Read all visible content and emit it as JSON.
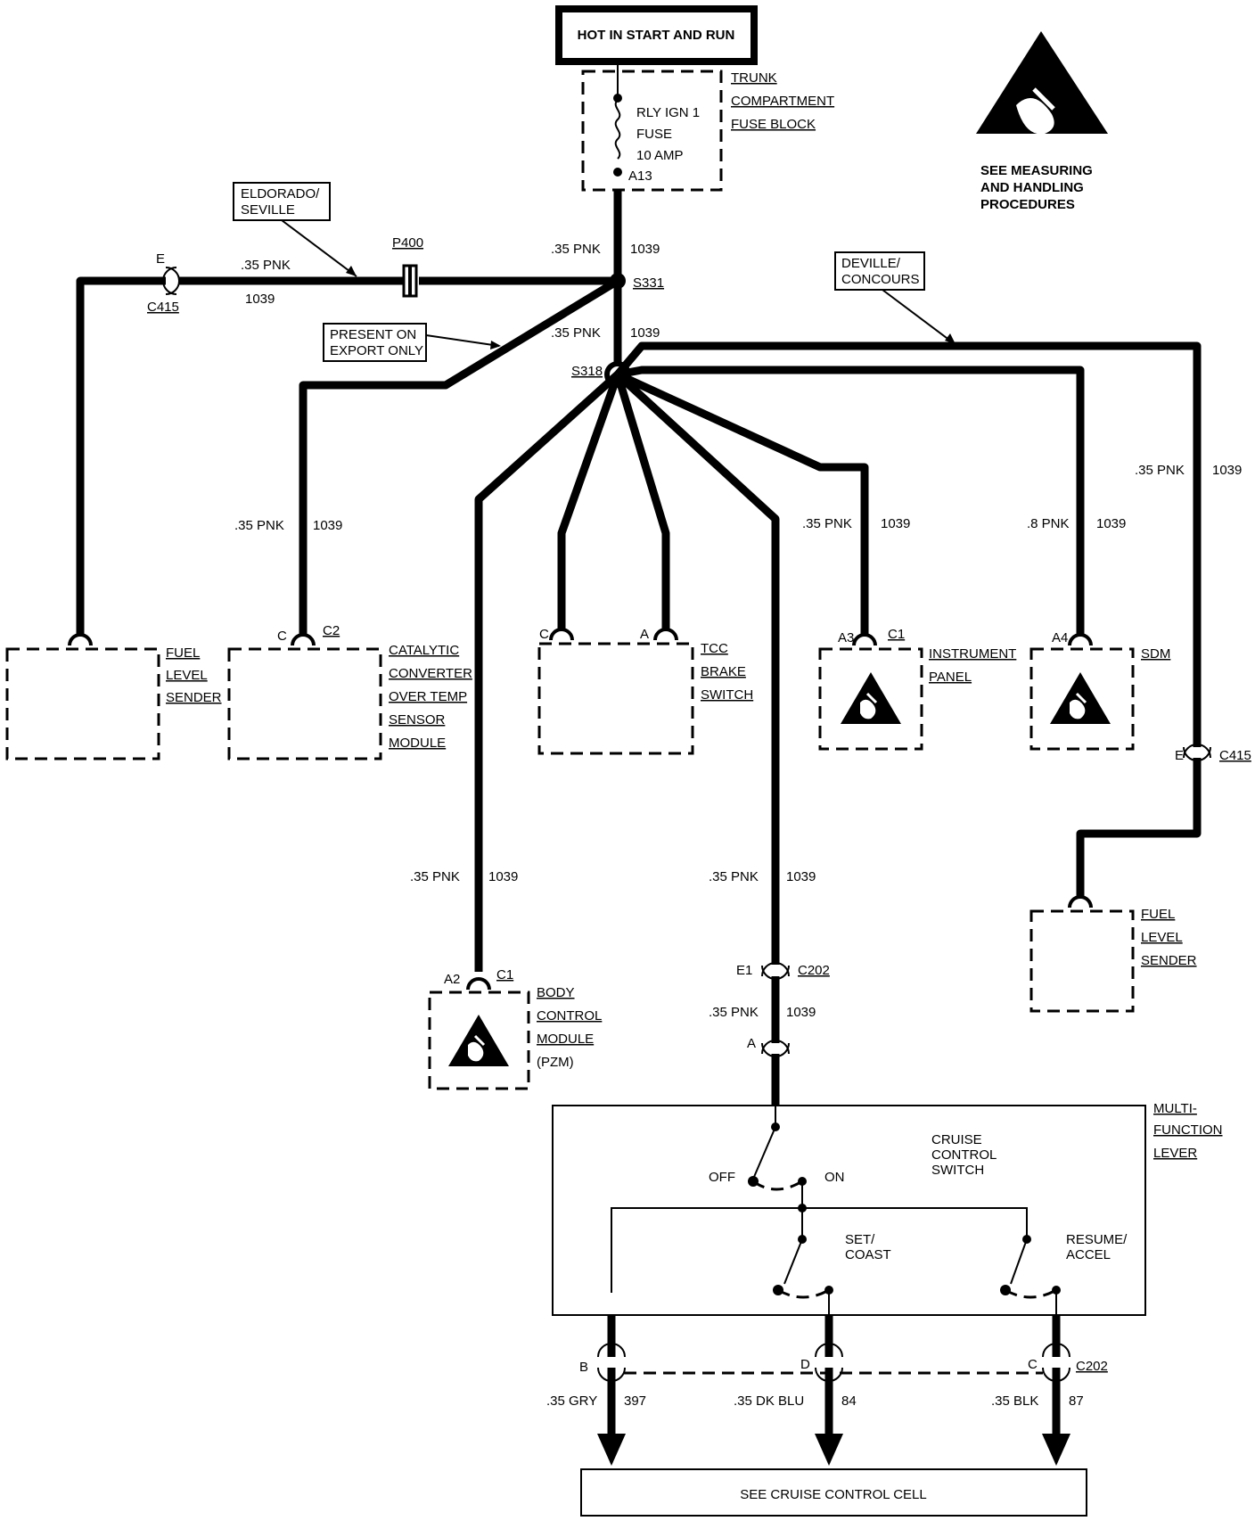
{
  "power": {
    "source": "HOT IN START AND RUN"
  },
  "fuse_block": {
    "name": [
      "TRUNK",
      "COMPARTMENT",
      "FUSE BLOCK"
    ],
    "fuse": [
      "RLY IGN 1",
      "FUSE",
      "10 AMP"
    ],
    "pin": "A13"
  },
  "esd_notice": [
    "SEE MEASURING",
    "AND HANDLING",
    "PROCEDURES"
  ],
  "wire_spec": {
    "size_color": ".35 PNK",
    "circuit": "1039",
    "size_color_8": ".8 PNK"
  },
  "splices": {
    "s331": "S331",
    "s318": "S318"
  },
  "callouts": {
    "eldorado": [
      "ELDORADO/",
      "SEVILLE"
    ],
    "export": [
      "PRESENT ON",
      "EXPORT ONLY"
    ],
    "deville": [
      "DEVILLE/",
      "CONCOURS"
    ]
  },
  "connectors": {
    "p400": "P400",
    "c415": "C415",
    "e": "E",
    "c2": "C2",
    "c": "C",
    "a": "A",
    "a3": "A3",
    "c1": "C1",
    "a4": "A4",
    "a2": "A2",
    "e1": "E1",
    "c202": "C202",
    "b": "B",
    "d": "D"
  },
  "components": {
    "fuel_sender": [
      "FUEL",
      "LEVEL",
      "SENDER"
    ],
    "catalytic": [
      "CATALYTIC",
      "CONVERTER",
      "OVER TEMP",
      "SENSOR",
      "MODULE"
    ],
    "tcc": [
      "TCC",
      "BRAKE",
      "SWITCH"
    ],
    "instrument": [
      "INSTRUMENT",
      "PANEL"
    ],
    "sdm": [
      "SDM"
    ],
    "bcm": [
      "BODY",
      "CONTROL",
      "MODULE",
      "(PZM)"
    ],
    "mfl": [
      "MULTI-",
      "FUNCTION",
      "LEVER"
    ]
  },
  "switch": {
    "cruise": [
      "CRUISE",
      "CONTROL",
      "SWITCH"
    ],
    "off": "OFF",
    "on": "ON",
    "set": [
      "SET/",
      "COAST"
    ],
    "resume": [
      "RESUME/",
      "ACCEL"
    ]
  },
  "outputs": [
    {
      "pin": "B",
      "wire": ".35 GRY",
      "circuit": "397"
    },
    {
      "pin": "D",
      "wire": ".35 DK BLU",
      "circuit": "84"
    },
    {
      "pin": "C",
      "wire": ".35 BLK",
      "circuit": "87"
    }
  ],
  "footer": "SEE CRUISE CONTROL CELL"
}
